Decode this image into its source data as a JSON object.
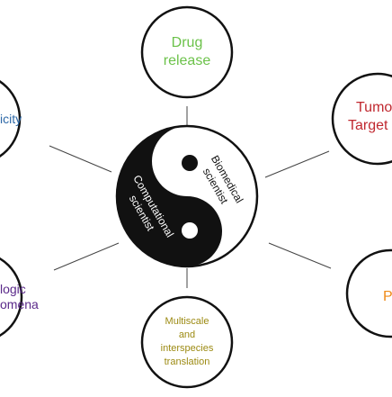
{
  "center": {
    "right_text": [
      "Biomedical",
      "scientist"
    ],
    "left_text": [
      "Computational",
      "scientist"
    ]
  },
  "nodes": {
    "top": {
      "lines": [
        "Drug",
        "release"
      ],
      "color": "#6cc24a"
    },
    "top_right": {
      "lines": [
        "Tumo",
        "Target"
      ],
      "color": "#c0282f"
    },
    "bottom_right": {
      "lines": [
        "P"
      ],
      "color": "#ef8a17"
    },
    "bottom": {
      "lines": [
        "Multiscale",
        "and",
        "interspecies",
        "translation"
      ],
      "color": "#9c8a12"
    },
    "bottom_left": {
      "lines": [
        "logic",
        "omena"
      ],
      "color": "#5b2a8a"
    },
    "top_left": {
      "lines": [
        "icity"
      ],
      "color": "#2f6aa8"
    }
  },
  "colors": {
    "outline": "#111111",
    "connector": "#444444"
  }
}
